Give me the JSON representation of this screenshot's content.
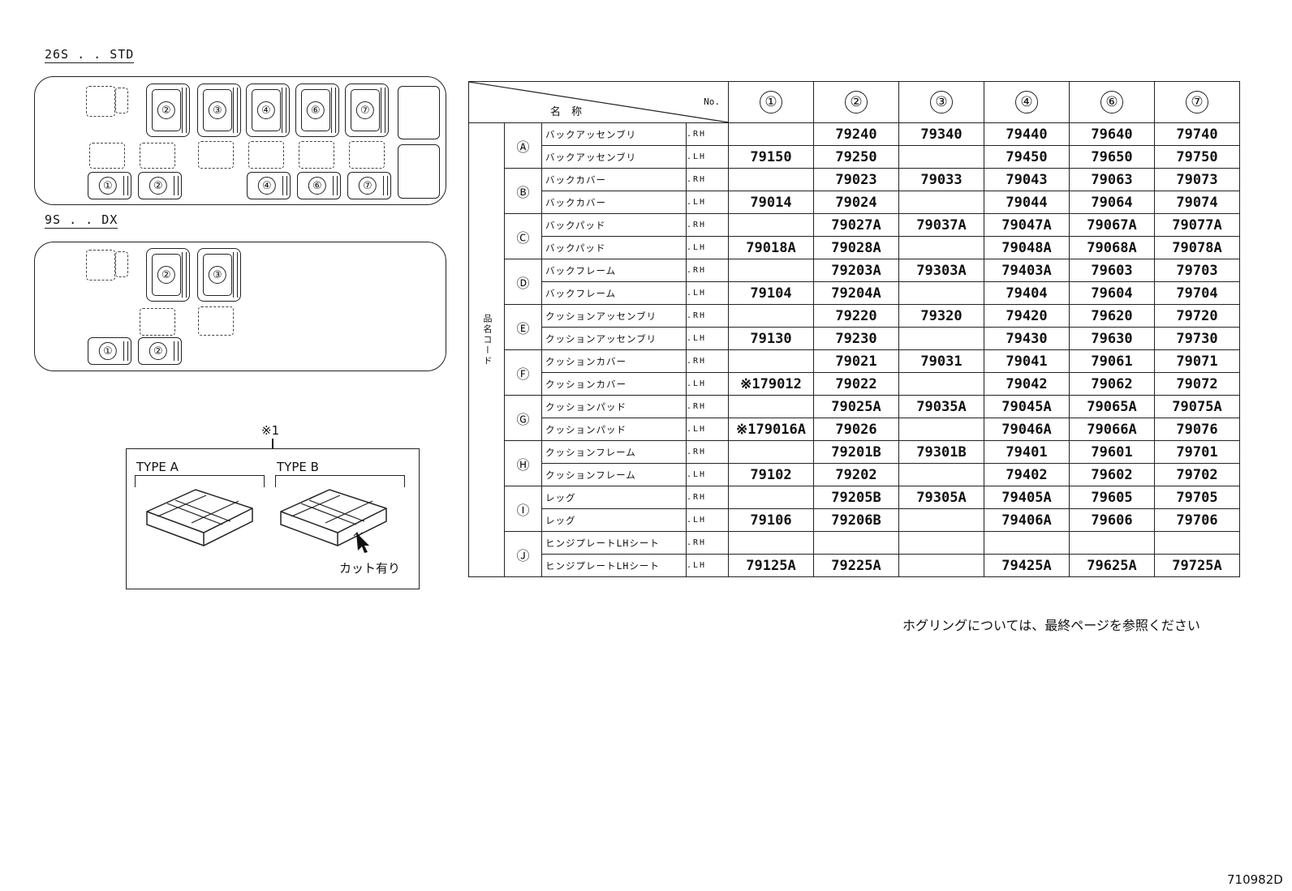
{
  "layouts": [
    {
      "label": "26S . . STD",
      "seat_numbers": [
        "②",
        "③",
        "④",
        "⑥",
        "⑦",
        "①",
        "②",
        "④",
        "⑥",
        "⑦"
      ]
    },
    {
      "label": "9S . . DX",
      "seat_numbers": [
        "②",
        "③",
        "①",
        "②"
      ]
    }
  ],
  "note": {
    "marker": "※1",
    "type_a": "TYPE A",
    "type_b": "TYPE B",
    "cut_label": "カット有り"
  },
  "table": {
    "header_name": "名　称",
    "header_no": "No.",
    "side_label": "品名コード",
    "columns": [
      "①",
      "②",
      "③",
      "④",
      "⑥",
      "⑦"
    ],
    "groups": [
      {
        "code": "A",
        "rows": [
          {
            "name": "バックアッセンブリ",
            "side": ".RH",
            "values": [
              "",
              "79240",
              "79340",
              "79440",
              "79640",
              "79740"
            ]
          },
          {
            "name": "バックアッセンブリ",
            "side": ".LH",
            "values": [
              "79150",
              "79250",
              "",
              "79450",
              "79650",
              "79750"
            ]
          }
        ]
      },
      {
        "code": "B",
        "rows": [
          {
            "name": "バックカバー",
            "side": ".RH",
            "values": [
              "",
              "79023",
              "79033",
              "79043",
              "79063",
              "79073"
            ]
          },
          {
            "name": "バックカバー",
            "side": ".LH",
            "values": [
              "79014",
              "79024",
              "",
              "79044",
              "79064",
              "79074"
            ]
          }
        ]
      },
      {
        "code": "C",
        "rows": [
          {
            "name": "バックパッド",
            "side": ".RH",
            "values": [
              "",
              "79027A",
              "79037A",
              "79047A",
              "79067A",
              "79077A"
            ]
          },
          {
            "name": "バックパッド",
            "side": ".LH",
            "values": [
              "79018A",
              "79028A",
              "",
              "79048A",
              "79068A",
              "79078A"
            ]
          }
        ]
      },
      {
        "code": "D",
        "rows": [
          {
            "name": "バックフレーム",
            "side": ".RH",
            "values": [
              "",
              "79203A",
              "79303A",
              "79403A",
              "79603",
              "79703"
            ]
          },
          {
            "name": "バックフレーム",
            "side": ".LH",
            "values": [
              "79104",
              "79204A",
              "",
              "79404",
              "79604",
              "79704"
            ]
          }
        ]
      },
      {
        "code": "E",
        "rows": [
          {
            "name": "クッションアッセンブリ",
            "side": ".RH",
            "values": [
              "",
              "79220",
              "79320",
              "79420",
              "79620",
              "79720"
            ]
          },
          {
            "name": "クッションアッセンブリ",
            "side": ".LH",
            "values": [
              "79130",
              "79230",
              "",
              "79430",
              "79630",
              "79730"
            ]
          }
        ]
      },
      {
        "code": "F",
        "rows": [
          {
            "name": "クッションカバー",
            "side": ".RH",
            "values": [
              "",
              "79021",
              "79031",
              "79041",
              "79061",
              "79071"
            ]
          },
          {
            "name": "クッションカバー",
            "side": ".LH",
            "values": [
              "※179012",
              "79022",
              "",
              "79042",
              "79062",
              "79072"
            ]
          }
        ]
      },
      {
        "code": "G",
        "rows": [
          {
            "name": "クッションパッド",
            "side": ".RH",
            "values": [
              "",
              "79025A",
              "79035A",
              "79045A",
              "79065A",
              "79075A"
            ]
          },
          {
            "name": "クッションパッド",
            "side": ".LH",
            "values": [
              "※179016A",
              "79026",
              "",
              "79046A",
              "79066A",
              "79076"
            ]
          }
        ]
      },
      {
        "code": "H",
        "rows": [
          {
            "name": "クッションフレーム",
            "side": ".RH",
            "values": [
              "",
              "79201B",
              "79301B",
              "79401",
              "79601",
              "79701"
            ]
          },
          {
            "name": "クッションフレーム",
            "side": ".LH",
            "values": [
              "79102",
              "79202",
              "",
              "79402",
              "79602",
              "79702"
            ]
          }
        ]
      },
      {
        "code": "I",
        "rows": [
          {
            "name": "レッグ",
            "side": ".RH",
            "values": [
              "",
              "79205B",
              "79305A",
              "79405A",
              "79605",
              "79705"
            ]
          },
          {
            "name": "レッグ",
            "side": ".LH",
            "values": [
              "79106",
              "79206B",
              "",
              "79406A",
              "79606",
              "79706"
            ]
          }
        ]
      },
      {
        "code": "J",
        "rows": [
          {
            "name": "ヒンジプレートLHシート",
            "side": ".RH",
            "values": [
              "",
              "",
              "",
              "",
              "",
              ""
            ]
          },
          {
            "name": "ヒンジプレートLHシート",
            "side": ".LH",
            "values": [
              "79125A",
              "79225A",
              "",
              "79425A",
              "79625A",
              "79725A"
            ]
          }
        ]
      }
    ]
  },
  "footnote": "ホグリングについては、最終ページを参照ください",
  "figure_id": "710982D"
}
